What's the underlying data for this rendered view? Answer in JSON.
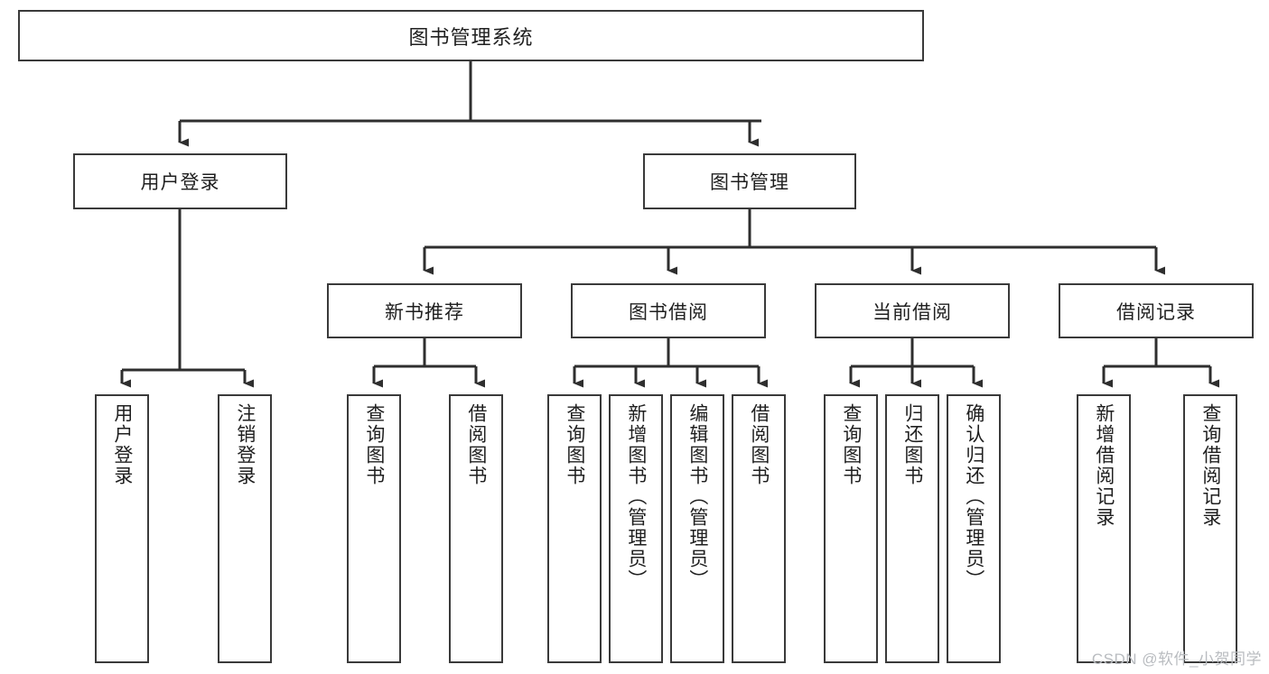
{
  "diagram": {
    "title": "图书管理系统",
    "type": "tree-hierarchy",
    "stroke_color": "#3a3a3a",
    "fill_color": "#ffffff",
    "text_color": "#1f1f1f"
  },
  "root": {
    "label": "图书管理系统"
  },
  "level2": [
    {
      "label": "用户登录"
    },
    {
      "label": "图书管理"
    }
  ],
  "level3": [
    {
      "label": "新书推荐"
    },
    {
      "label": "图书借阅"
    },
    {
      "label": "当前借阅"
    },
    {
      "label": "借阅记录"
    }
  ],
  "leaves": {
    "user_login": [
      {
        "label": "用户登录"
      },
      {
        "label": "注销登录"
      }
    ],
    "new_book_recommend": [
      {
        "label": "查询图书"
      },
      {
        "label": "借阅图书"
      }
    ],
    "book_borrow": [
      {
        "label": "查询图书"
      },
      {
        "label": "新增图书（管理员）"
      },
      {
        "label": "编辑图书（管理员）"
      },
      {
        "label": "借阅图书"
      }
    ],
    "current_borrow": [
      {
        "label": "查询图书"
      },
      {
        "label": "归还图书"
      },
      {
        "label": "确认归还（管理员）"
      }
    ],
    "borrow_record": [
      {
        "label": "新增借阅记录"
      },
      {
        "label": "查询借阅记录"
      }
    ]
  },
  "watermark": {
    "text": "CSDN @软件_小贺同学",
    "color": "#b9bcc0"
  }
}
